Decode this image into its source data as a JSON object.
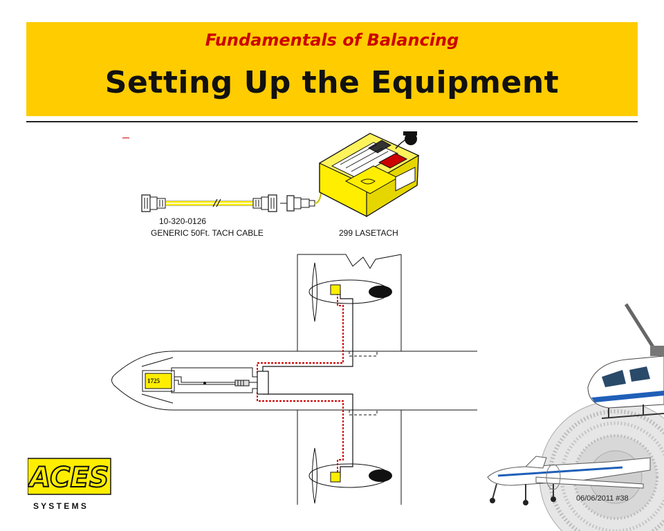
{
  "header": {
    "subtitle": "Fundamentals of Balancing",
    "title": "Setting Up the Equipment"
  },
  "equipment": {
    "cable_part_number": "10-320-0126",
    "cable_label": "GENERIC 50Ft. TACH CABLE",
    "lasetach_label": "299 LASETACH"
  },
  "aircraft_diagram": {
    "analyzer_label": "1725"
  },
  "footer": {
    "logo_text": "ACES",
    "logo_subtext": "S Y S T E M S",
    "date_slide": "06/06/2011 #38"
  },
  "colors": {
    "header_bg": "#ffcc00",
    "subtitle": "#cc0000",
    "yellow_device": "#ffee00",
    "red_cable": "#cc0000"
  }
}
